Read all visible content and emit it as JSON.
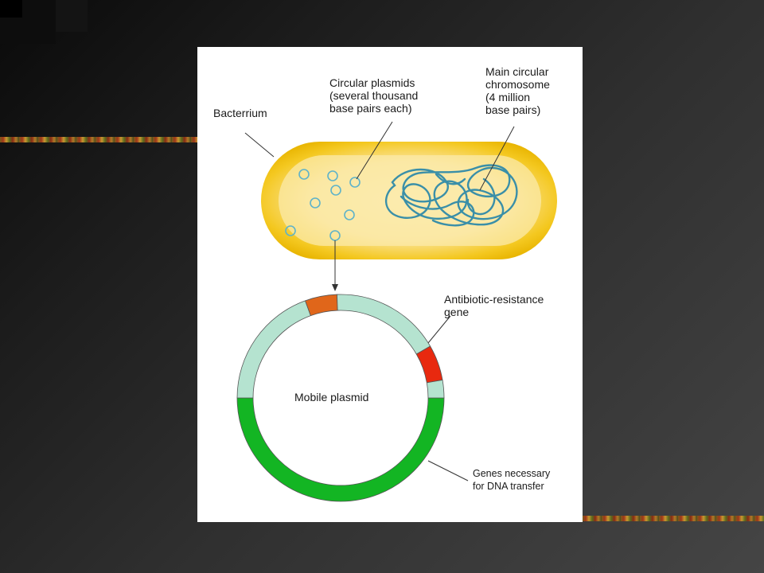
{
  "labels": {
    "bacterium": "Bacterrium",
    "circular_plasmids": "Circular plasmids\n(several thousand\nbase pairs each)",
    "main_chromosome": "Main circular\nchromosome\n(4 million\nbase pairs)",
    "antibiotic_gene": "Antibiotic-resistance\ngene",
    "mobile_plasmid": "Mobile plasmid",
    "transfer_genes": "Genes necessary\nfor DNA transfer"
  },
  "colors": {
    "bacterium_outer": "#f2c200",
    "bacterium_inner": "#fbe9a0",
    "plasmid_ring": "#5fb3c9",
    "chromosome": "#3a8fa8",
    "ring_light": "#b5e3d0",
    "ring_orange": "#e0661a",
    "ring_red": "#e8290f",
    "ring_green": "#13b523"
  }
}
